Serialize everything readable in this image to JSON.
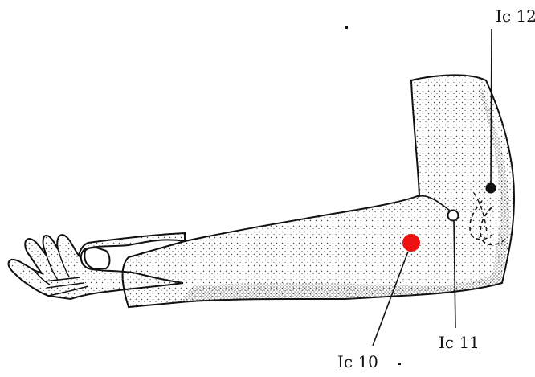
{
  "points": [
    {
      "id": "ic10",
      "label": "Ic 10",
      "style": "filled-red"
    },
    {
      "id": "ic11",
      "label": "Ic 11",
      "style": "hollow"
    },
    {
      "id": "ic12",
      "label": "Ic 12",
      "style": "filled-black"
    }
  ],
  "colors": {
    "ink": "#111111",
    "highlight": "#ee1111",
    "background": "#ffffff"
  }
}
